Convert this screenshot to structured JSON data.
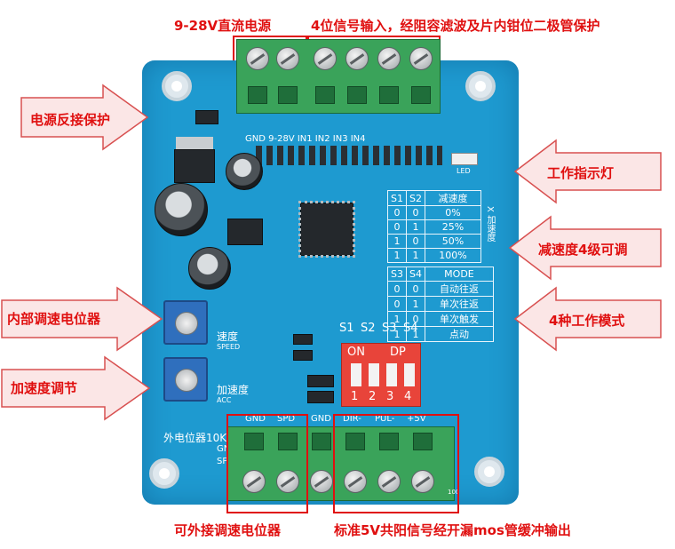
{
  "labels": {
    "power_input": "9-28V直流电源",
    "signal_input": "4位信号输入，经阻容滤波及片内钳位二极管保护",
    "reverse_protect": "电源反接保护",
    "work_led": "工作指示灯",
    "accel_levels": "减速度4级可调",
    "internal_pot": "内部调速电位器",
    "accel_adjust": "加速度调节",
    "work_modes": "4种工作模式",
    "external_pot": "可外接调速电位器",
    "output": "标准5V共阳信号经开漏mos管缓冲输出"
  },
  "silkscreen": {
    "top_terminals": "GND  9-28V  IN1    IN2  IN3  IN4",
    "led": "LED",
    "speed_cn": "速度",
    "speed_en": "SPEED",
    "acc_cn": "加速度",
    "acc_en": "ACC",
    "ext_pot": "外电位器10K",
    "ext_gnd": "GN",
    "ext_sp": "SP",
    "bottom_terminals": [
      "GND",
      "SPD",
      "GND",
      "DIR-",
      "PUL-",
      "+5V"
    ],
    "dip_on": "ON",
    "dip_dp": "DP",
    "dip_numbers": [
      "1",
      "2",
      "3",
      "4"
    ],
    "switch_labels": [
      "S1",
      "S2",
      "S3",
      "S4"
    ],
    "x_accel": "X 加速度",
    "corner_code": "100"
  },
  "accel_table": {
    "headers": [
      "S1",
      "S2",
      "减速度"
    ],
    "rows": [
      [
        "0",
        "0",
        "0%"
      ],
      [
        "0",
        "1",
        "25%"
      ],
      [
        "1",
        "0",
        "50%"
      ],
      [
        "1",
        "1",
        "100%"
      ]
    ]
  },
  "mode_table": {
    "headers": [
      "S3",
      "S4",
      "MODE"
    ],
    "rows": [
      [
        "0",
        "0",
        "自动往返"
      ],
      [
        "0",
        "1",
        "单次往返"
      ],
      [
        "1",
        "0",
        "单次触发"
      ],
      [
        "1",
        "1",
        "点动"
      ]
    ]
  },
  "colors": {
    "board": "#1e9ad0",
    "annotation_red": "#e01010",
    "arrow_fill": "#fbe6e6",
    "arrow_stroke": "#d85050",
    "terminal_green": "#3aa35a",
    "dip_red": "#e8443a"
  }
}
